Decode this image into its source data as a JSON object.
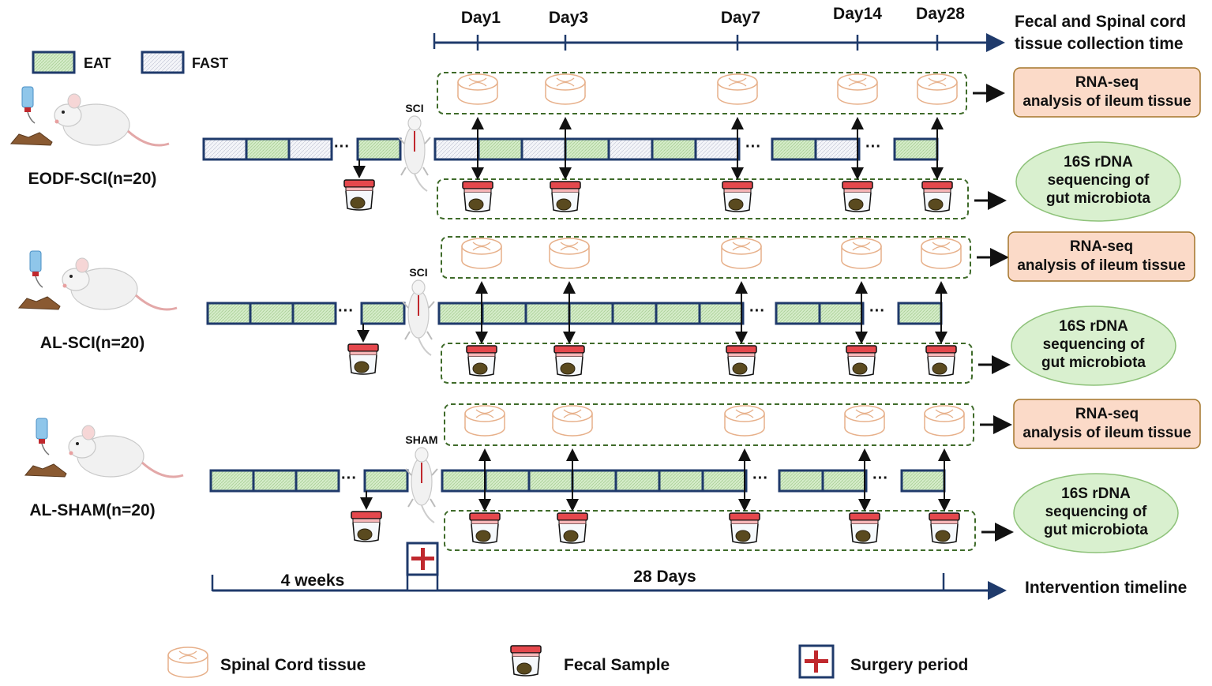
{
  "top_axis": {
    "days": [
      "Day1",
      "Day3",
      "Day7",
      "Day14",
      "Day28"
    ],
    "title_line1": "Fecal and Spinal cord",
    "title_line2": "tissue  collection time"
  },
  "legend_top": {
    "eat": "EAT",
    "fast": "FAST"
  },
  "groups": [
    {
      "label": "EODF-SCI(n=20)",
      "surgery": "SCI",
      "pre_pattern": [
        "fast",
        "eat",
        "fast",
        "eat"
      ],
      "post_pattern": [
        "fast",
        "eat",
        "fast",
        "eat",
        "fast",
        "eat",
        "fast",
        "eat",
        "fast",
        "eat"
      ],
      "rna_line1": "RNA-seq",
      "rna_line2": "analysis of ileum tissue",
      "dna_line1": "16S rDNA",
      "dna_line2": "sequencing of",
      "dna_line3": "gut microbiota"
    },
    {
      "label": "AL-SCI(n=20)",
      "surgery": "SCI",
      "pre_pattern": [
        "eat",
        "eat",
        "eat",
        "eat"
      ],
      "post_pattern": [
        "eat",
        "eat",
        "eat",
        "eat",
        "eat",
        "eat",
        "eat",
        "eat",
        "eat",
        "eat"
      ],
      "rna_line1": "RNA-seq",
      "rna_line2": "analysis of ileum tissue",
      "dna_line1": "16S rDNA",
      "dna_line2": "sequencing of",
      "dna_line3": "gut microbiota"
    },
    {
      "label": "AL-SHAM(n=20)",
      "surgery": "SHAM",
      "pre_pattern": [
        "eat",
        "eat",
        "eat",
        "eat"
      ],
      "post_pattern": [
        "eat",
        "eat",
        "eat",
        "eat",
        "eat",
        "eat",
        "eat",
        "eat",
        "eat",
        "eat"
      ],
      "rna_line1": "RNA-seq",
      "rna_line2": "analysis of ileum tissue",
      "dna_line1": "16S rDNA",
      "dna_line2": "sequencing of",
      "dna_line3": "gut microbiota"
    }
  ],
  "bottom_axis": {
    "pre_label": "4 weeks",
    "post_label": "28 Days",
    "title": "Intervention timeline"
  },
  "legend_bottom": {
    "spinal": "Spinal Cord tissue",
    "fecal": "Fecal Sample",
    "surgery": "Surgery period"
  },
  "colors": {
    "navy": "#1f3a6b",
    "eat_fill": "#d5ecc9",
    "fast_fill": "#eef0f6",
    "dash_green": "#3f6b2a",
    "rna_box": "#fbdac8",
    "dna_ellipse": "#d9f0cf",
    "spinal_stroke": "#e7b08a",
    "fecal_cap": "#e5484d",
    "surgery_cross": "#c0282d"
  }
}
